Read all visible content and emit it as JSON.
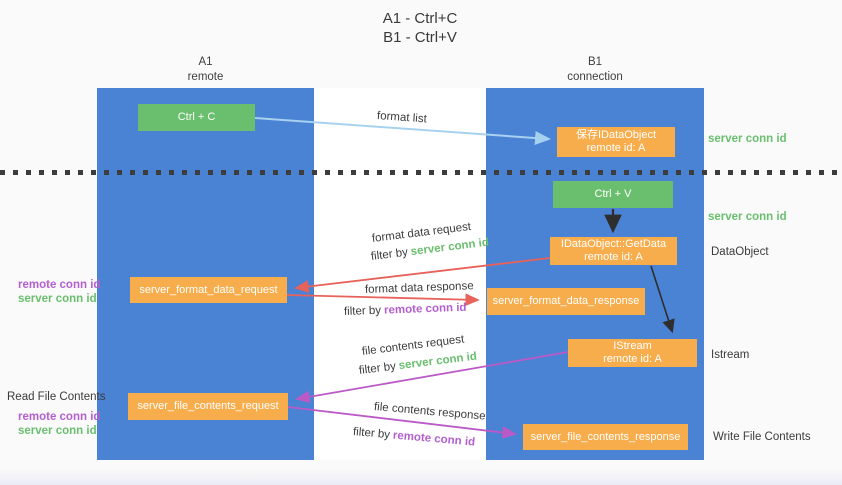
{
  "title": {
    "line1": "A1 - Ctrl+C",
    "line2": "B1 - Ctrl+V"
  },
  "lanes": {
    "a": {
      "name": "A1",
      "role": "remote"
    },
    "b": {
      "name": "B1",
      "role": "connection"
    }
  },
  "nodes": {
    "ctrl_c": {
      "label": "Ctrl + C"
    },
    "ctrl_v": {
      "label": "Ctrl + V"
    },
    "save_dataobject": {
      "line1": "保存IDataObject",
      "line2": "remote id: A"
    },
    "getdata": {
      "line1": "IDataObject::GetData",
      "line2": "remote id: A"
    },
    "istream": {
      "line1": "IStream",
      "line2": "remote id: A"
    },
    "format_request": {
      "label": "server_format_data_request"
    },
    "format_response": {
      "label": "server_format_data_response"
    },
    "file_request": {
      "label": "server_file_contents_request"
    },
    "file_response": {
      "label": "server_file_contents_response"
    }
  },
  "flow_labels": {
    "format_list": "format list",
    "format_data_request": "format data request",
    "format_data_response": "format data response",
    "file_contents_request": "file contents request",
    "file_contents_response": "file contents response",
    "filter_by": "filter by",
    "server_conn_id": "server conn id",
    "remote_conn_id": "remote conn id"
  },
  "side_labels": {
    "server_conn_id_top": "server conn id",
    "server_conn_id_mid": "server conn id",
    "data_object": "DataObject",
    "istream": "Istream",
    "write_file_contents": "Write File Contents",
    "read_file_contents": "Read File Contents",
    "remote_conn_id": "remote conn id",
    "server_conn_id": "server conn id"
  },
  "colors": {
    "lane_blue": "#4a82d4",
    "node_green": "#6abf6e",
    "node_orange": "#f8ad4c",
    "arrow_light_blue": "#a6d2ef",
    "arrow_red": "#e7625b",
    "arrow_magenta": "#bb5ac6",
    "arrow_black": "#2e2e2e",
    "text_green": "#6abf6e",
    "text_magenta": "#b45fd0",
    "background": "#fafafa"
  }
}
